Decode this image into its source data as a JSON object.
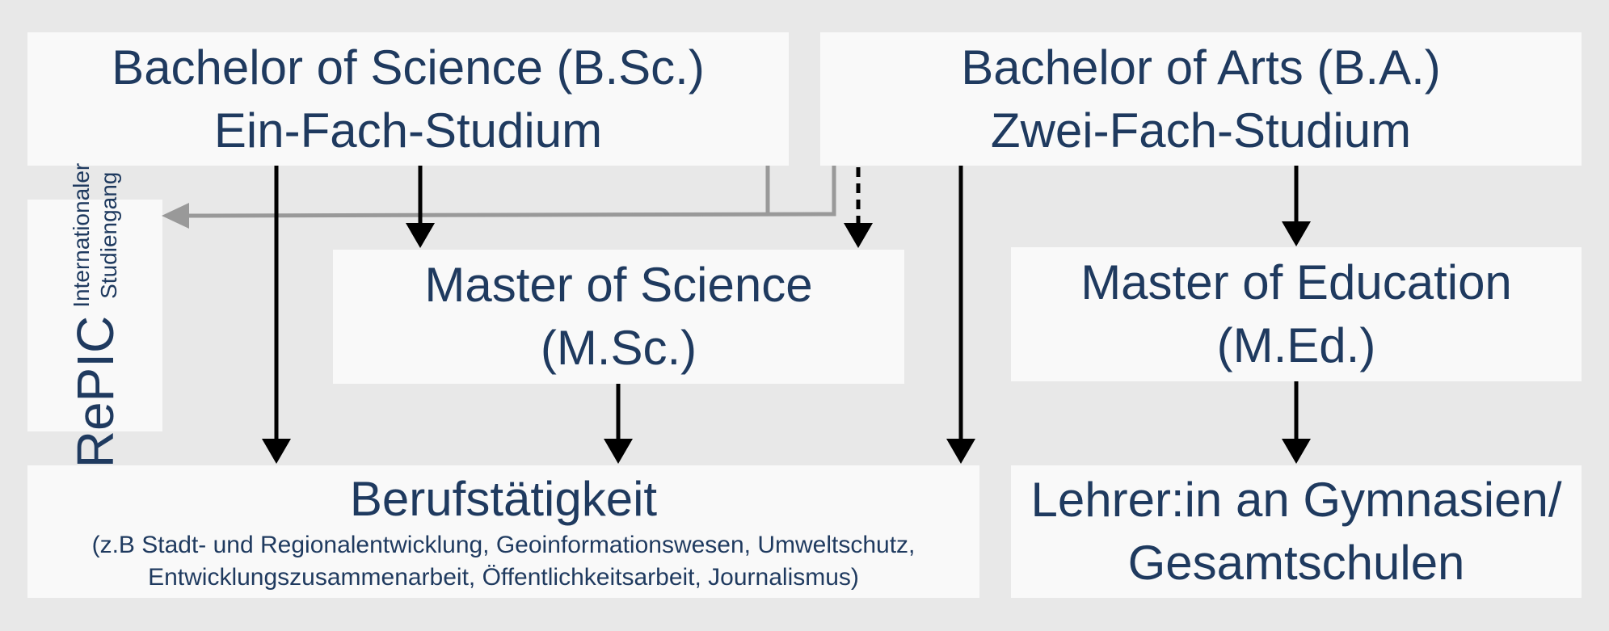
{
  "bsc": {
    "line1": "Bachelor of Science (B.Sc.)",
    "line2": "Ein-Fach-Studium"
  },
  "ba": {
    "line1": "Bachelor of Arts (B.A.)",
    "line2": "Zwei-Fach-Studium"
  },
  "repic": {
    "title": "RePIC",
    "sub1": "Internationaler",
    "sub2": "Studiengang"
  },
  "msc": {
    "line1": "Master of Science",
    "line2": "(M.Sc.)"
  },
  "med": {
    "line1": "Master of Education",
    "line2": "(M.Ed.)"
  },
  "beruf": {
    "title": "Berufstätigkeit",
    "detail1": "(z.B Stadt- und Regionalentwicklung, Geoinformationswesen, Umweltschutz,",
    "detail2": "Entwicklungszusammenarbeit, Öffentlichkeitsarbeit, Journalismus)"
  },
  "lehrer": {
    "line1": "Lehrer:in an Gymnasien/",
    "line2": "Gesamtschulen"
  },
  "colors": {
    "background": "#e8e8e8",
    "box": "#f9f9f9",
    "text": "#1f3a5f",
    "arrow": "#000000",
    "gray_arrow": "#999999"
  }
}
